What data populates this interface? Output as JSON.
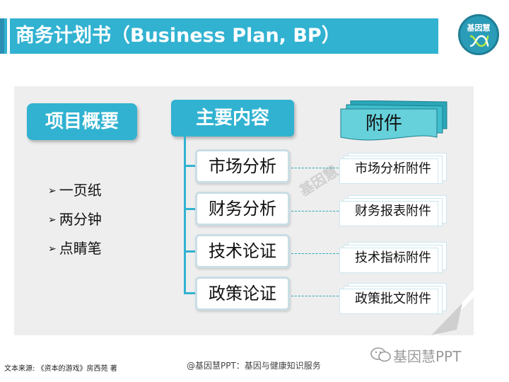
{
  "title": "商务计划书（Business Plan, BP）",
  "logo": {
    "text": "基因慧",
    "icon": "dna-icon"
  },
  "left": {
    "heading": "项目概要",
    "bullets": [
      "一页纸",
      "两分钟",
      "点睛笔"
    ],
    "bullet_marker": "➢"
  },
  "main": {
    "heading": "主要内容",
    "items": [
      "市场分析",
      "财务分析",
      "技术论证",
      "政策论证"
    ]
  },
  "attachments": {
    "heading": "附件",
    "items": [
      "市场分析附件",
      "财务报表附件",
      "技术指标附件",
      "政策批文附件"
    ]
  },
  "watermark": "基因慧",
  "footer": {
    "source": "文本来源: 《资本的游戏》房西苑 著",
    "center": "@基因慧PPT：基因与健康知识服务",
    "brand": "基因慧PPT",
    "brand_icon": "wechat-icon"
  },
  "colors": {
    "accent": "#31b2d1",
    "accent_dark": "#2a8fb3",
    "panel": "#eeeeee"
  }
}
